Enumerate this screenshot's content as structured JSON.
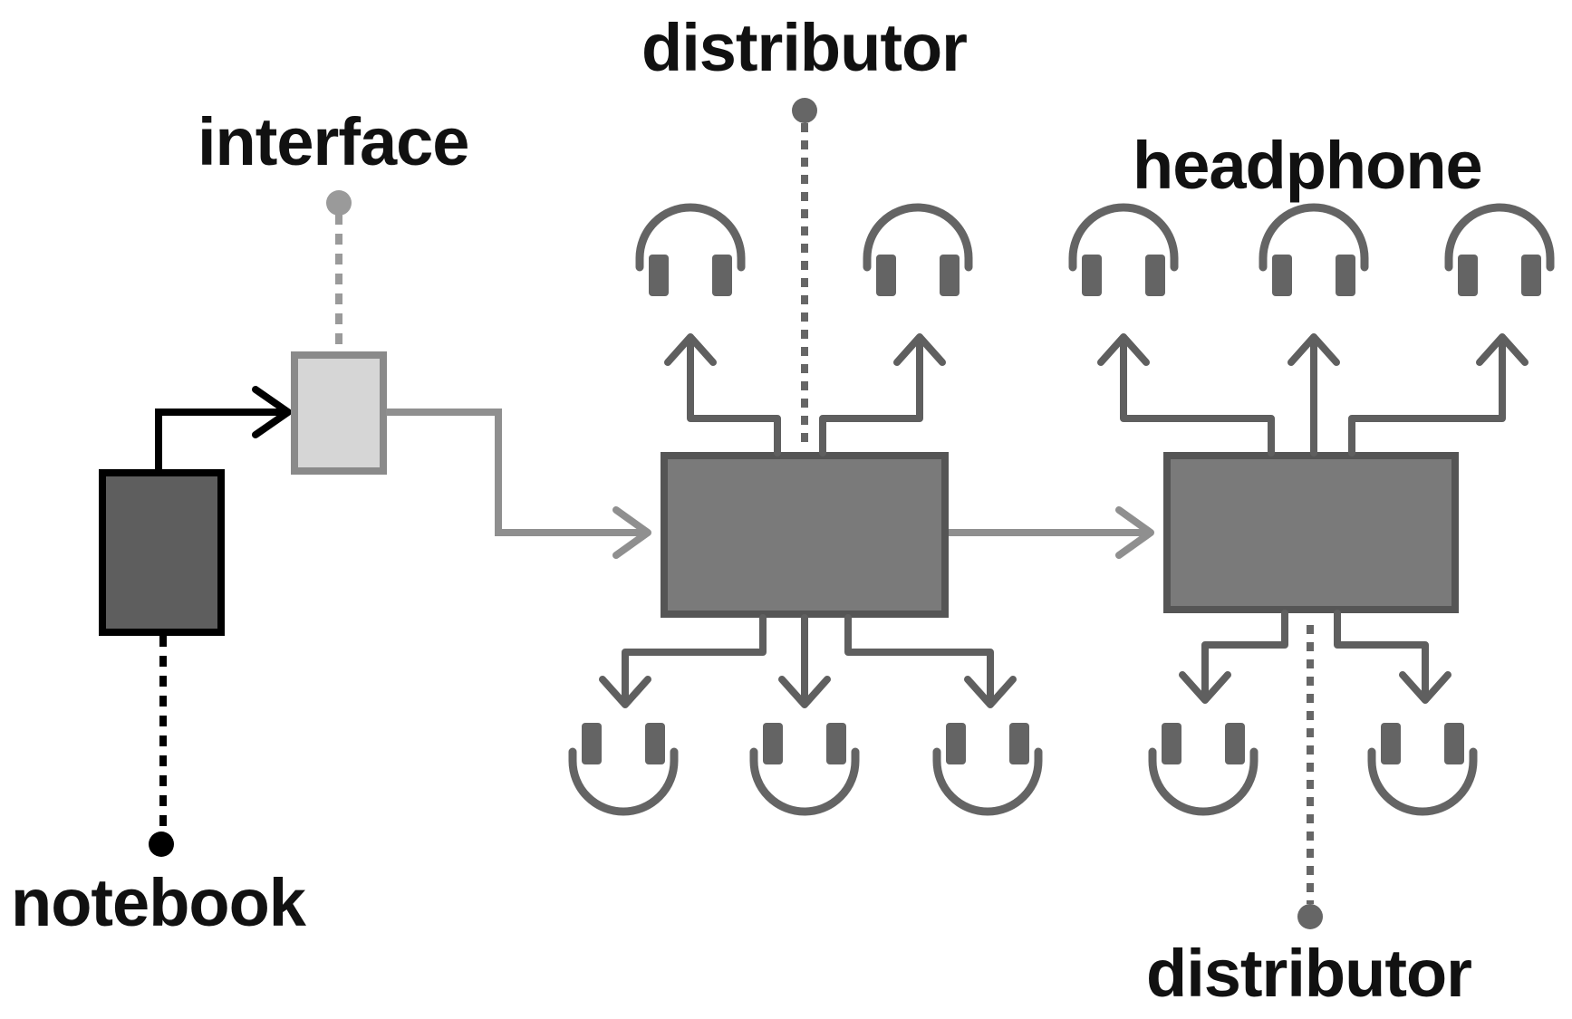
{
  "labels": {
    "notebook": "notebook",
    "interface": "interface",
    "distributor_top": "distributor",
    "headphone": "headphone",
    "distributor_bottom": "distributor"
  },
  "nodes": {
    "headphones_count": 10,
    "distributors_count": 2
  },
  "colors": {
    "notebook_fill": "#5e5e5e",
    "notebook_stroke": "#000000",
    "interface_fill": "#d6d6d6",
    "interface_stroke": "#8a8a8a",
    "distributor_fill": "#7a7a7a",
    "distributor_stroke": "#555555",
    "wire_dark": "#000000",
    "wire_gray": "#8f8f8f",
    "wire_mid": "#5f5f5f",
    "headphone": "#646464"
  }
}
